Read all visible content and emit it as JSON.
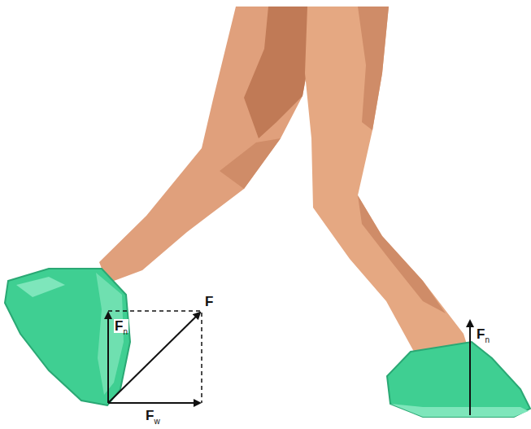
{
  "diagram": {
    "labels": [
      "F",
      "F",
      "n",
      "F",
      "w",
      "F",
      "n"
    ]
  }
}
